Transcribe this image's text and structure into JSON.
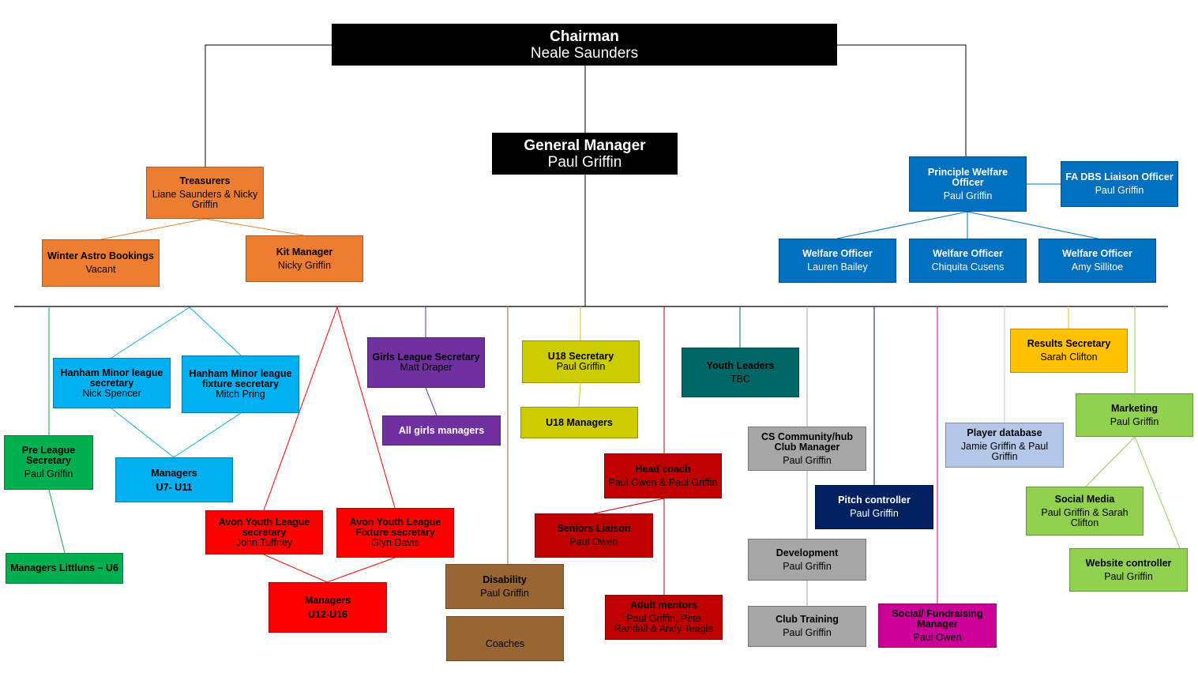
{
  "colors": {
    "black": "#000000",
    "orange": "#ed7d31",
    "blue": "#0070c0",
    "cyan": "#00b0f0",
    "green": "#00b050",
    "red": "#ff0000",
    "purple": "#7030a0",
    "olive": "#cccc00",
    "brown": "#996633",
    "darkred": "#c00000",
    "teal": "#006666",
    "grey": "#a6a6a6",
    "navy": "#002060",
    "magenta": "#cc0099",
    "lightblue": "#b4c7e7",
    "gold": "#ffc000",
    "lightgreen": "#92d050"
  },
  "nodes": {
    "chairman": {
      "title": "Chairman",
      "person": "Neale Saunders"
    },
    "general_manager": {
      "title": "General Manager",
      "person": "Paul Griffin"
    },
    "treasurers": {
      "title": "Treasurers",
      "person": "Liane Saunders & Nicky Griffin"
    },
    "winter_astro": {
      "title": "Winter Astro Bookings",
      "person": "Vacant"
    },
    "kit_manager": {
      "title": "Kit Manager",
      "person": "Nicky Griffin"
    },
    "principle_welfare": {
      "title": "Principle  Welfare Officer",
      "person": "Paul Griffin"
    },
    "fa_dbs": {
      "title": "FA DBS Liaison Officer",
      "person": "Paul Griffin"
    },
    "welfare_1": {
      "title": "Welfare Officer",
      "person": "Lauren Bailey"
    },
    "welfare_2": {
      "title": "Welfare Officer",
      "person": "Chiquita Cusens"
    },
    "welfare_3": {
      "title": "Welfare Officer",
      "person": "Amy Sillitoe"
    },
    "hanham_secretary": {
      "title": "Hanham Minor league secretary",
      "person": "Nick Spencer"
    },
    "hanham_fixture": {
      "title": "Hanham Minor league  fixture secretary",
      "person": "Mitch Pring"
    },
    "managers_u7": {
      "title": "Managers U7- U11",
      "person": ""
    },
    "pre_league": {
      "title": "Pre League Secretary",
      "person": "Paul Griffin"
    },
    "managers_littluns": {
      "title": "Managers Littluns – U6",
      "person": ""
    },
    "avon_secretary": {
      "title": "Avon Youth League secretary",
      "person": "John Tuffney"
    },
    "avon_fixture": {
      "title": "Avon Youth League Fixture secretary",
      "person": "Glyn Davis"
    },
    "managers_u12": {
      "title": "Managers U12-U16",
      "person": ""
    },
    "girls_secretary": {
      "title": "Girls League Secretary",
      "person": "Matt Draper"
    },
    "girls_managers": {
      "title": "All girls managers",
      "person": ""
    },
    "disability": {
      "title": "Disability",
      "person": "Paul Griffin"
    },
    "coaches": {
      "title": "",
      "person": "Coaches"
    },
    "u18_secretary": {
      "title": "U18 Secretary",
      "person": "Paul Griffin"
    },
    "u18_managers": {
      "title": "U18 Managers",
      "person": ""
    },
    "head_coach": {
      "title": "Head coach",
      "person": "Paul Owen & Paul Griffin"
    },
    "seniors_liaison": {
      "title": "Seniors Liaison",
      "person": "Paul Owen"
    },
    "adult_mentors": {
      "title": "Adult mentors",
      "person": "Paul Griffin, Pete Randall & Andy Teagle"
    },
    "youth_leaders": {
      "title": "Youth Leaders",
      "person": "TBC"
    },
    "cs_community": {
      "title": "CS Community/hub Club Manager",
      "person": "Paul Griffin"
    },
    "development": {
      "title": "Development",
      "person": "Paul Griffin"
    },
    "club_training": {
      "title": "Club Training",
      "person": "Paul Griffin"
    },
    "pitch_controller": {
      "title": "Pitch controller",
      "person": "Paul Griffin"
    },
    "social_fundraising": {
      "title": "Social/ Fundraising Manager",
      "person": "Paul Owen"
    },
    "player_database": {
      "title": "Player database",
      "person": "Jamie Griffin & Paul Griffin"
    },
    "results_secretary": {
      "title": "Results Secretary",
      "person": "Sarah Clifton"
    },
    "marketing": {
      "title": "Marketing",
      "person": "Paul Griffin"
    },
    "social_media": {
      "title": "Social Media",
      "person": "Paul Griffin & Sarah Clifton"
    },
    "website_controller": {
      "title": "Website controller",
      "person": "Paul Griffin"
    }
  }
}
